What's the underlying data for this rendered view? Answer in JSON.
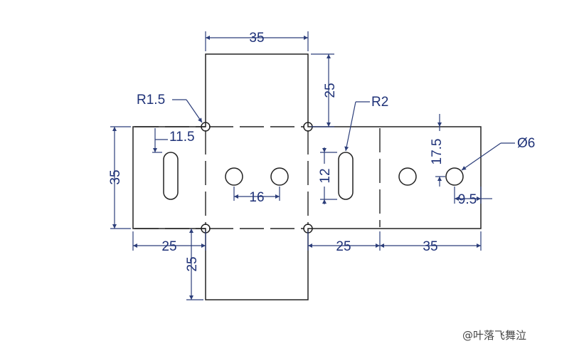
{
  "drawing": {
    "top_width": "35",
    "top_flap_height": "25",
    "left_height": "35",
    "slot_offset": "11.5",
    "corner_radius": "R1.5",
    "slot_radius": "R2",
    "hole_spacing": "16",
    "slot_length": "12",
    "hole_diameter": "Ø6",
    "hole_offset_y": "17.5",
    "hole_offset_x": "9.5",
    "bottom_left_width": "25",
    "bottom_flap_height": "25",
    "bottom_right_width": "25",
    "bottom_far_right_width": "35"
  },
  "watermark": "@叶落飞舞泣",
  "colors": {
    "line": "#222222",
    "dimension": "#2c3e7a",
    "text": "#1f3278"
  }
}
